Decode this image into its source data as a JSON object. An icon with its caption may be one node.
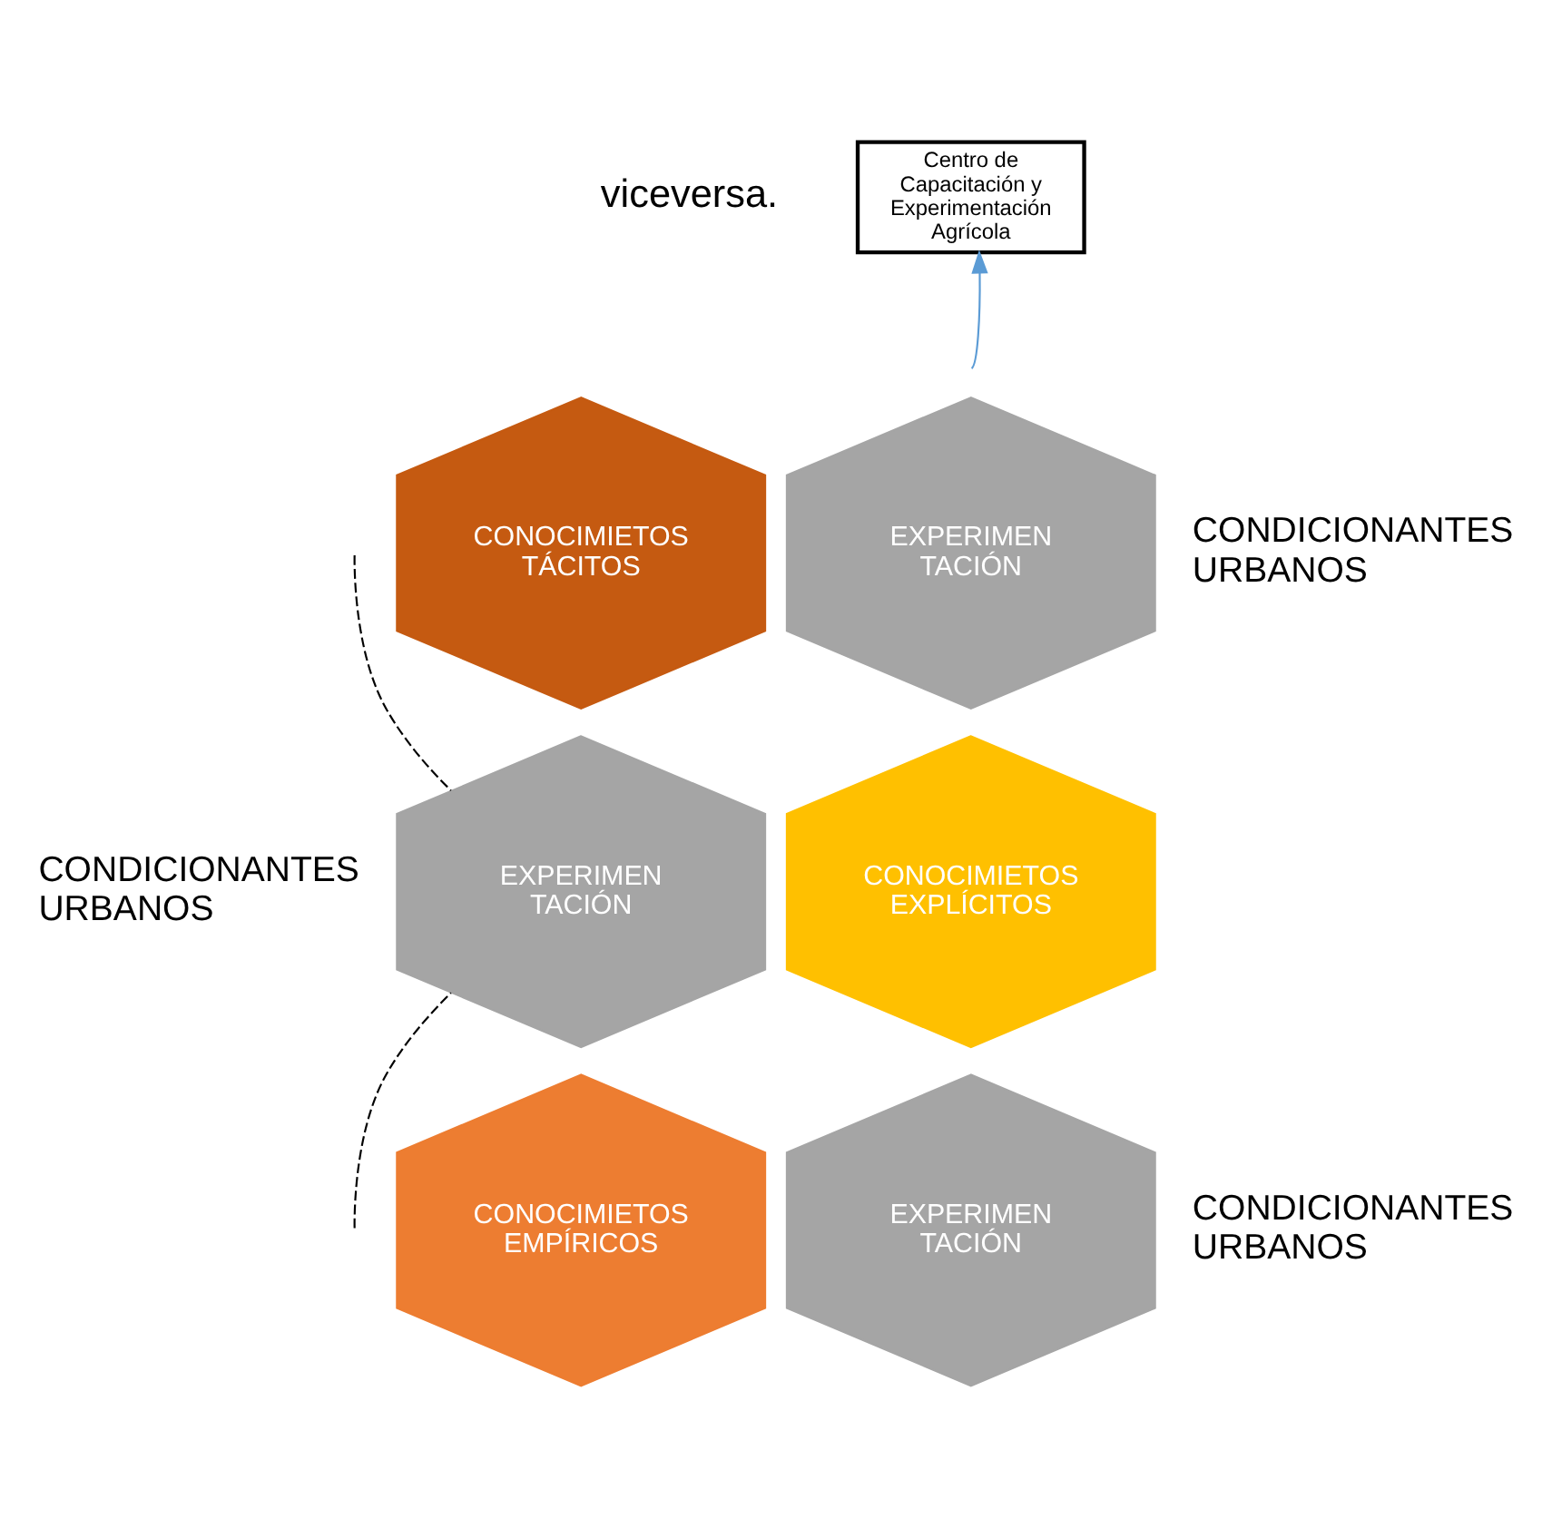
{
  "diagram": {
    "nodes": [
      {
        "text": [
          "Centro de Capacitación y Experimentación Agrícola"
        ]
      },
      {
        "text": [
          "CONOCIMIETOS TÁCITOS"
        ]
      },
      {
        "text": [
          "EXPERIMEN TACIÓN"
        ]
      },
      {
        "text": [
          "EXPERIMEN TACIÓN"
        ]
      },
      {
        "text": [
          "CONOCIMIETOS EXPLÍCITOS"
        ]
      },
      {
        "text": [
          "CONOCIMIETOS EMPÍRICOS"
        ]
      },
      {
        "text": [
          "EXPERIMEN TACIÓN"
        ]
      }
    ],
    "edges": [
      {
        "from": null,
        "to": 0,
        "arrow": "to",
        "color": "#5b9bd5"
      },
      {
        "from": null,
        "to": 3,
        "arrow": "none",
        "style": "dashed"
      },
      {
        "from": null,
        "to": 3,
        "arrow": "none",
        "style": "dashed"
      }
    ],
    "labels": [
      "viceversa.",
      "CONDICIONANTES URBANOS",
      "CONDICIONANTES URBANOS",
      "CONDICIONANTES URBANOS"
    ]
  }
}
